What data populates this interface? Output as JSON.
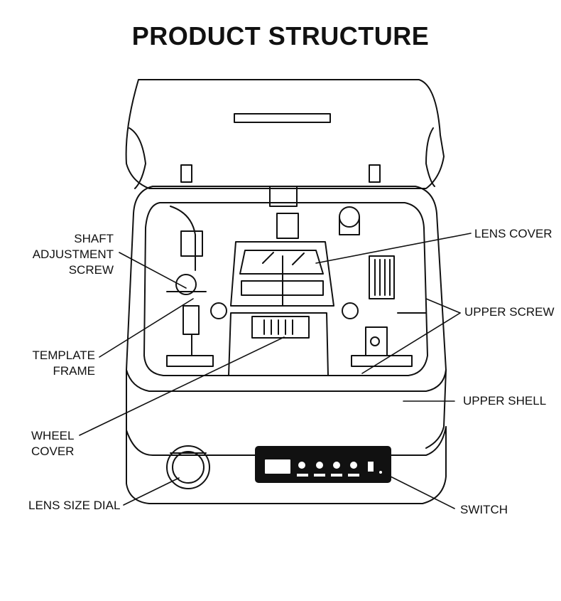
{
  "title": "PRODUCT STRUCTURE",
  "labels": {
    "shaft_adjustment_screw": [
      "SHAFT",
      "ADJUSTMENT",
      "SCREW"
    ],
    "template_frame": [
      "TEMPLATE",
      "FRAME"
    ],
    "wheel_cover": [
      "WHEEL",
      "COVER"
    ],
    "lens_size_dial": "LENS SIZE DIAL",
    "lens_cover": "LENS COVER",
    "upper_screw": "UPPER SCREW",
    "upper_shell": "UPPER SHELL",
    "switch": "SWITCH"
  },
  "colors": {
    "line": "#111111",
    "background": "#ffffff"
  }
}
